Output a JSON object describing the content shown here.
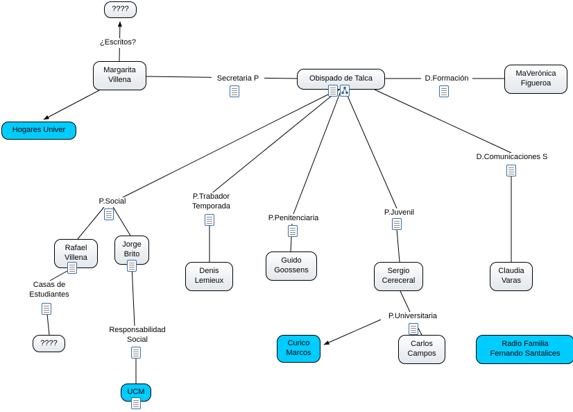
{
  "diagram": {
    "app": "concept-map",
    "colors": {
      "concept_fill_top": "#ffffff",
      "concept_fill_bottom": "#e2e8ec",
      "highlight_fill": "#00ccff",
      "border": "#000000",
      "line": "#000000",
      "icon_border": "#3a6ea5"
    },
    "icons": {
      "resource": "document-icon",
      "cmap_resource": "concept-map-icon"
    },
    "concepts": {
      "unknown_top": {
        "label": "????"
      },
      "margarita": {
        "label": "Margarita\nVillena"
      },
      "obispado": {
        "label": "Obispado de Talca"
      },
      "maveronica": {
        "label": "MaVerónica\nFigueroa"
      },
      "hogares": {
        "label": "Hogares Univer"
      },
      "rafael": {
        "label": "Rafael\nVillena"
      },
      "jorge": {
        "label": "Jorge\nBrito"
      },
      "unknown_bottom": {
        "label": "????"
      },
      "ucm": {
        "label": "UCM"
      },
      "denis": {
        "label": "Denis\nLemieux"
      },
      "guido": {
        "label": "Guido\nGoossens"
      },
      "sergio": {
        "label": "Sergio\nCereceral"
      },
      "curico": {
        "label": "Curico\nMarcos"
      },
      "carlos": {
        "label": "Carlos\nCampos"
      },
      "claudia": {
        "label": "Claudia\nVaras"
      },
      "radio": {
        "label": "Radio Familia\nFernando Santalices"
      }
    },
    "links": {
      "escritos": {
        "label": "¿Escritos?"
      },
      "secretaria": {
        "label": "Secretaria P"
      },
      "dformacion": {
        "label": "D.Formación"
      },
      "dcomunicaciones": {
        "label": "D.Comunicaciones S"
      },
      "psocial": {
        "label": "P.Social"
      },
      "ptrabador": {
        "label": "P.Trabador\nTemporada"
      },
      "ppenitenciaria": {
        "label": "P.Penitenciaria"
      },
      "pjuvenil": {
        "label": "P.Juvenil"
      },
      "puniversitaria": {
        "label": "P.Universitaria"
      },
      "casas": {
        "label": "Casas de\nEstudiantes"
      },
      "responsabilidad": {
        "label": "Responsabilidad\nSocial"
      }
    }
  }
}
